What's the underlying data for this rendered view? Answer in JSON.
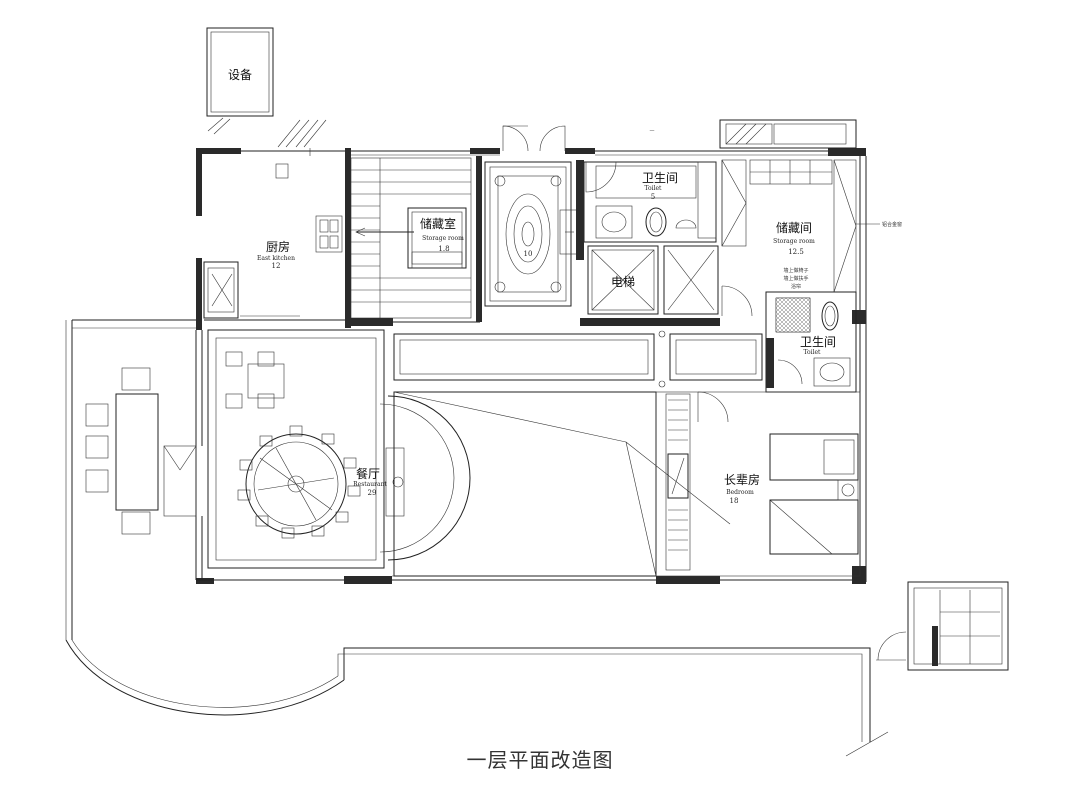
{
  "plan": {
    "caption": "一层平面改造图",
    "rooms": {
      "equipment": {
        "zh": "设备"
      },
      "kitchen": {
        "zh": "厨房",
        "en": "East kitchen",
        "area": "12"
      },
      "storage_small": {
        "zh": "储藏室",
        "en": "Storage room",
        "area": "1.8"
      },
      "toilet_top": {
        "zh": "卫生间",
        "en": "Toilet",
        "area": "5"
      },
      "elevator": {
        "zh": "电梯"
      },
      "storage_big": {
        "zh": "储藏间",
        "en": "Storage room",
        "area": "12.5"
      },
      "toilet_small": {
        "zh": "卫生间",
        "en": "Toilet"
      },
      "restaurant": {
        "zh": "餐厅",
        "en": "Restaurant",
        "area": "29"
      },
      "bedroom": {
        "zh": "长辈房",
        "en": "Bedroom",
        "area": "18"
      },
      "center_area": "10"
    },
    "notes": {
      "handrail": [
        "墙上做椅子",
        "墙上做扶手",
        "浴帘"
      ],
      "side_mark": "铝合金窗"
    }
  }
}
